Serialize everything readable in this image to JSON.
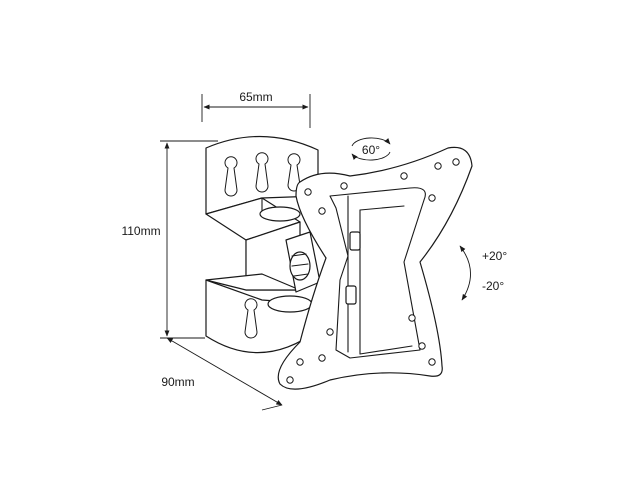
{
  "dimensions": {
    "width_label": "65mm",
    "height_label": "110mm",
    "depth_label": "90mm"
  },
  "rotation": {
    "swivel_label": "60°",
    "tilt_up_label": "+20°",
    "tilt_down_label": "-20°"
  },
  "colors": {
    "line": "#1a1a1a",
    "background": "#ffffff"
  }
}
